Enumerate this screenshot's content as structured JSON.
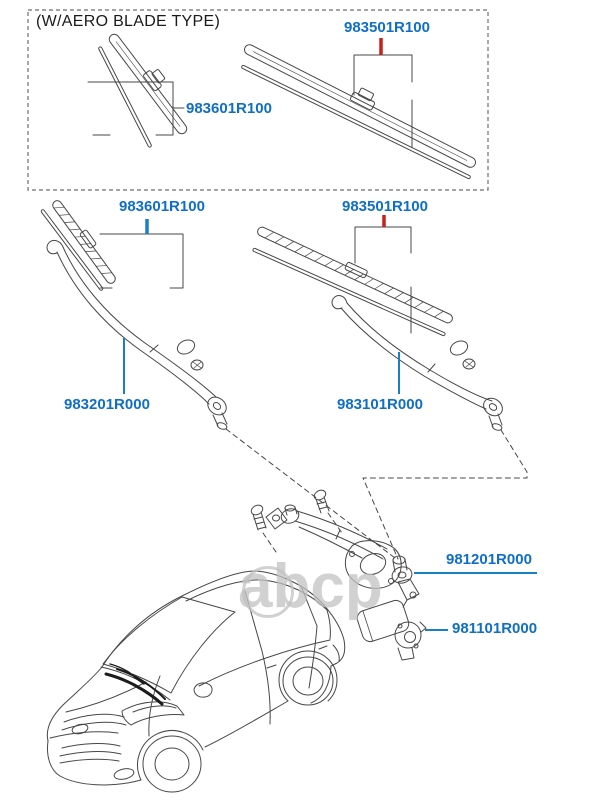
{
  "diagram": {
    "caption": "(W/AERO BLADE TYPE)",
    "watermark_text": "abcp",
    "labels": {
      "aero_blade_driver": "983601R100",
      "aero_blade_passenger": "983501R100",
      "blade_driver": "983601R100",
      "blade_passenger": "983501R100",
      "arm_driver": "983201R000",
      "arm_passenger": "983101R000",
      "linkage": "981201R000",
      "motor": "981101R000"
    },
    "colors": {
      "part_label": "#0f6fc6",
      "red_marker": "#c8201a",
      "blue_marker": "#1b7fc4",
      "line_art": "#474747",
      "watermark": "#c2c2c2"
    }
  }
}
